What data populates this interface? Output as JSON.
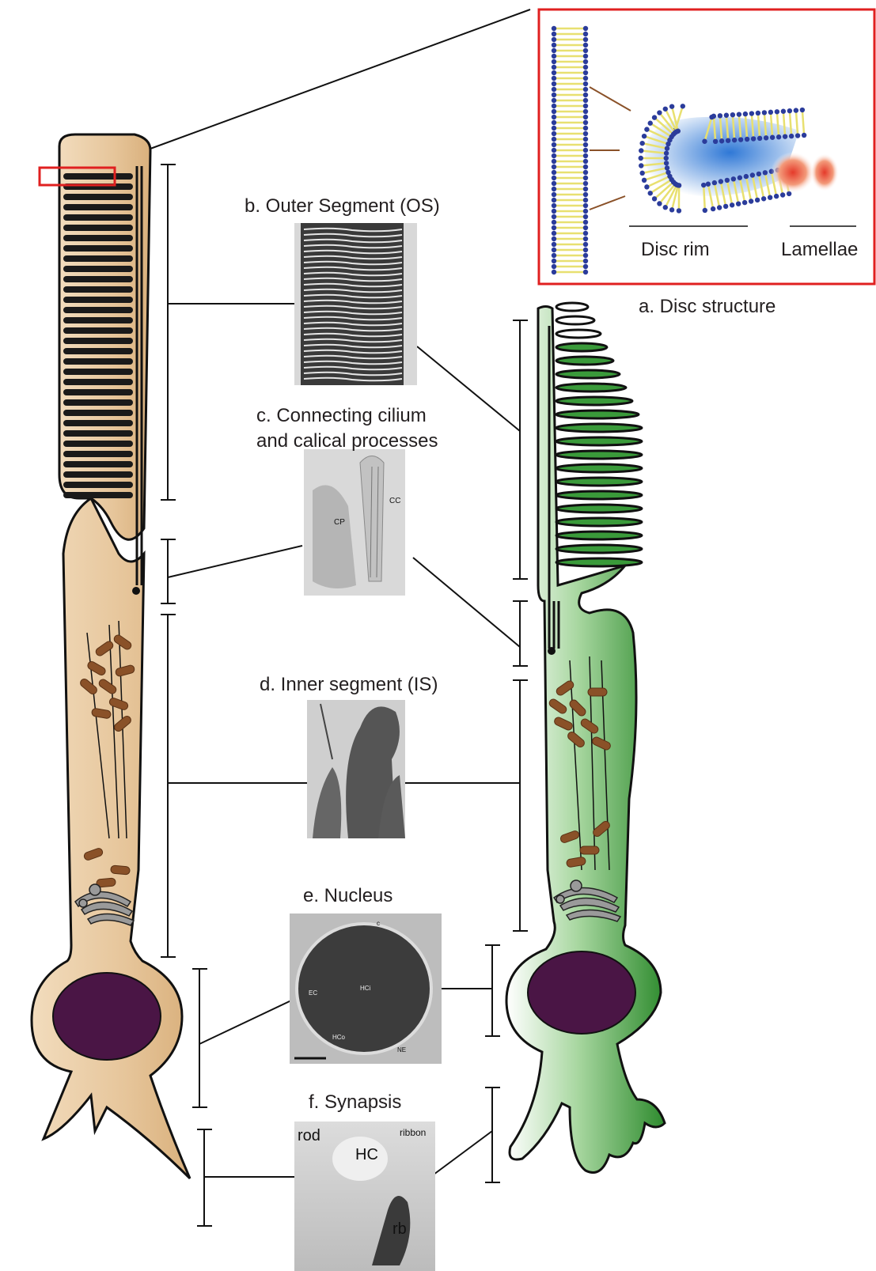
{
  "labels": {
    "disc_structure": "a. Disc structure",
    "outer_segment": "b. Outer Segment (OS)",
    "connecting_cilium_line1": "c. Connecting cilium",
    "connecting_cilium_line2": "and calical processes",
    "inner_segment": "d. Inner segment (IS)",
    "nucleus": "e. Nucleus",
    "synapsis": "f. Synapsis"
  },
  "inset": {
    "disc_rim": "Disc rim",
    "lamellae": "Lamellae"
  },
  "micrograph_labels": {
    "cc": "CC",
    "cp": "CP",
    "hc_main": "HCi",
    "ec": "EC",
    "hc_low": "HCo",
    "ne": "NE",
    "c": "c",
    "rod": "rod",
    "hc": "HC",
    "ribbon": "ribbon",
    "rb": "rb"
  },
  "colors": {
    "rod_fill": "#e8c9a0",
    "cone_fill": "#3a9a3a",
    "nucleus": "#4a1545",
    "mitochondria": "#8a5128",
    "inset_border": "#e02020",
    "lipid_head": "#2b3c9b",
    "lipid_tail": "#e8e070",
    "disc_lumen": "#3a7fd8",
    "rim_protein": "#e53a2a"
  },
  "icons": [
    "golgi-icon",
    "mitochondria-icon",
    "rod-disc-icon",
    "cone-lamella-icon"
  ]
}
